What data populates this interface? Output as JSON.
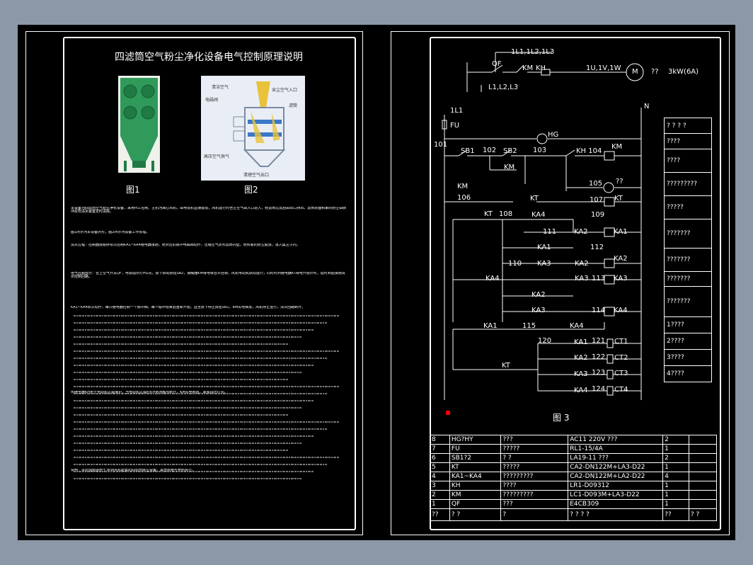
{
  "left_sheet": {
    "title": "四滤筒空气粉尘净化设备电气控制原理说明",
    "fig1_caption": "图1",
    "fig2_caption": "图2",
    "fig2_labels": {
      "clean_air": "清洁空气",
      "dusty_inlet": "含尘空气入口",
      "filter": "滤筒",
      "pulse_valve": "电磁阀",
      "compressed_air": "高压空气供气",
      "dust_outlet": "清理空气出口"
    },
    "paragraphs": [
      "本设备为四滤筒空气粉尘净化设备，采用PLC控制。主机为离心风机，由电动机直接驱动，风机运行时含尘空气由入口进入，经滤筒过滤后由出口排出，滤筒表面积聚的粉尘由脉冲反吹清灰装置定时清除。",
      "图1所示为本设备外形，图2所示为设备工作原理。",
      "清灰过程：控制器按顺序依次控制KA1~KA4继电器接通，使对应的脉冲电磁阀动作，压缩空气反吹滤筒内壁，使附着的粉尘脱落，落入集尘斗内。",
      "电气控制部分：合上空气开关QF，电源指示灯HG亮，按下启动按钮SB2，接触器KM得电吸合并自锁，风机电动机启动运行；同时时间继电器KT得电开始计时，延时到后接通清灰控制回路。",
      "KA1~KA4依次动作，每只继电器控制一个脉冲阀，每个循环结束后重新开始，直至按下停止按钮SB1，KM失电释放，风机停止运行，清灰回路断开。",
      "热继电器KH用于电动机过载保护，当电动机过载时KH常闭触点断开，KM失电释放，故障指示灯亮。",
      "说明：本原理图适用于3kW风机配套的四滤筒除尘设备，其他规格可参照执行。"
    ]
  },
  "diagram": {
    "motor_power": "1L1,1L2,1L3",
    "supply": "L1,L2,L3",
    "qf": "QF",
    "km": "KM",
    "kh": "KH",
    "motor_terminals": "1U,1V,1W",
    "motor_symbol": "M",
    "motor_rating": "3kW(6A)",
    "motor_note": "??",
    "l1": "1L1",
    "n": "N",
    "fu": "FU",
    "hg": "HG",
    "sb1": "SB1",
    "sb2": "SB2",
    "km_contact": "KM",
    "kh_104": "KH 104",
    "kt": "KT",
    "ka1": "KA1",
    "ka2": "KA2",
    "ka3": "KA3",
    "ka4": "KA4",
    "ct1": "CT1",
    "ct2": "CT2",
    "ct3": "CT3",
    "ct4": "CT4",
    "lamp_note": "??",
    "nodes": [
      "101",
      "102",
      "103",
      "105",
      "106",
      "107",
      "108",
      "109",
      "110",
      "111",
      "112",
      "113",
      "114",
      "115",
      "120",
      "121",
      "122",
      "123",
      "124"
    ],
    "caption": "图 3"
  },
  "side_labels": [
    "? ? ? ?",
    "????",
    "????",
    "?????????",
    "?????",
    "???????",
    "???????",
    "???????",
    "???????",
    "1????",
    "2????",
    "3????",
    "4????"
  ],
  "bom": {
    "rows": [
      {
        "no": "8",
        "code": "HG?HY",
        "name": "???",
        "model": "AC11    220V    ???",
        "qty": "2",
        "note": ""
      },
      {
        "no": "7",
        "code": "FU",
        "name": "?????",
        "model": "RL1-15/4A",
        "qty": "1",
        "note": ""
      },
      {
        "no": "6",
        "code": "SB1?2",
        "name": "?  ?",
        "model": "LA19-11             ???",
        "qty": "2",
        "note": ""
      },
      {
        "no": "5",
        "code": "KT",
        "name": "?????",
        "model": "CA2-DN122M+LA3-D22",
        "qty": "1",
        "note": ""
      },
      {
        "no": "4",
        "code": "KA1~KA4",
        "name": "?????????",
        "model": "CA2-DN122M+LA2-D22",
        "qty": "4",
        "note": ""
      },
      {
        "no": "3",
        "code": "KH",
        "name": "????",
        "model": "LR1-D09312",
        "qty": "1",
        "note": ""
      },
      {
        "no": "2",
        "code": "KM",
        "name": "?????????",
        "model": "LC1-D093M+LA3-D22",
        "qty": "1",
        "note": ""
      },
      {
        "no": "1",
        "code": "QF",
        "name": "???",
        "model": "E4CB309",
        "qty": "1",
        "note": ""
      }
    ],
    "header": {
      "no": "??",
      "code": "?   ?",
      "name": "?",
      "model": "?   ?   ?   ?",
      "qty": "??",
      "note": "?   ?"
    }
  },
  "colors": {
    "background": "#000000",
    "frame": "#ffffff",
    "outer": "#8c97a8",
    "filter_green": "#2f9a5a",
    "marker_red": "#ff0000"
  }
}
